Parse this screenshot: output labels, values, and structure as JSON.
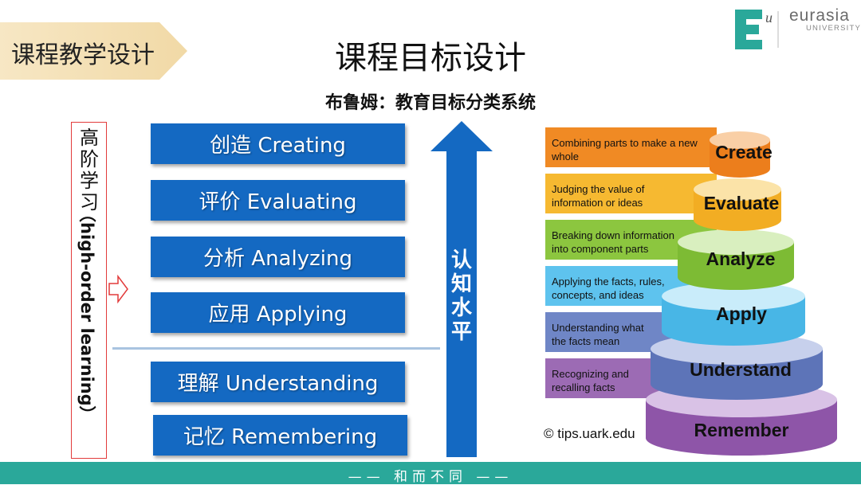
{
  "section_tag": "课程教学设计",
  "logo": {
    "mark": "E",
    "superscript": "u",
    "name": "eurasia",
    "subname": "UNIVERSITY"
  },
  "title": "课程目标设计",
  "subtitle": "布鲁姆：教育目标分类系统",
  "higher_order": {
    "cn": "高阶学习",
    "en": "（high-order learning）"
  },
  "levels": [
    {
      "label": "创造  Creating"
    },
    {
      "label": "评价 Evaluating"
    },
    {
      "label": "分析 Analyzing"
    },
    {
      "label": "应用 Applying"
    },
    {
      "label": "理解 Understanding"
    },
    {
      "label": "记忆  Remembering"
    }
  ],
  "arrow_label": "认知水平",
  "pyramid": {
    "tiers": [
      {
        "name": "Create",
        "desc": "Combining parts to make a new whole",
        "color": "#f08a24"
      },
      {
        "name": "Evaluate",
        "desc": "Judging the value of information or ideas",
        "color": "#f6b931"
      },
      {
        "name": "Analyze",
        "desc": "Breaking down information into component parts",
        "color": "#8cc63f"
      },
      {
        "name": "Apply",
        "desc": "Applying the facts, rules, concepts, and ideas",
        "color": "#5ec3ee"
      },
      {
        "name": "Understand",
        "desc": "Understanding what the facts mean",
        "color": "#6f86c6"
      },
      {
        "name": "Remember",
        "desc": "Recognizing and recalling facts",
        "color": "#9c6bb4"
      }
    ],
    "copyright": "© tips.uark.edu"
  },
  "footer": "—— 和而不同 ——",
  "colors": {
    "level_box": "#1469c2",
    "footer": "#2aa89a",
    "tag": "#f4dfb2"
  }
}
